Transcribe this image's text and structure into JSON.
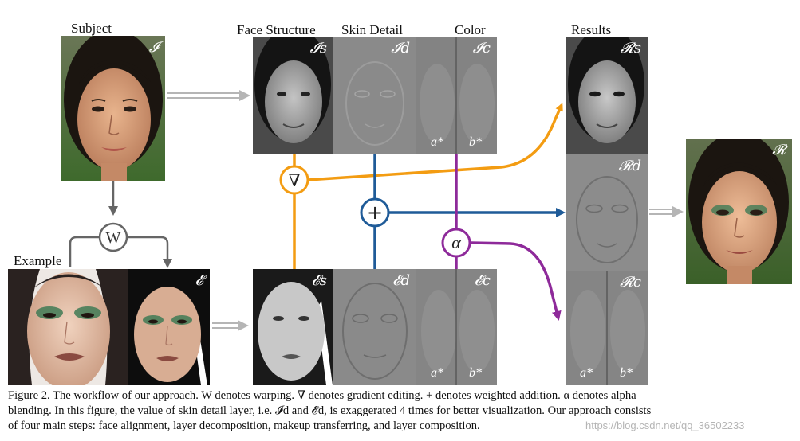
{
  "labels": {
    "subject": "Subject",
    "example": "Example",
    "face_structure": "Face Structure",
    "skin_detail": "Skin Detail",
    "color": "Color",
    "results": "Results"
  },
  "tags": {
    "I": "𝓘",
    "Is": "𝓘s",
    "Id": "𝓘d",
    "Ic": "𝓘c",
    "E": "𝓔",
    "Es": "𝓔s",
    "Ed": "𝓔d",
    "Ec": "𝓔c",
    "Rs": "𝓡s",
    "Rd": "𝓡d",
    "Rc": "𝓡c",
    "R": "𝓡"
  },
  "channels": {
    "a": "a*",
    "b": "b*"
  },
  "operators": {
    "warp": "W",
    "gradient": "∇",
    "add": "+",
    "alpha": "α"
  },
  "colors": {
    "gradient_line": "#f39c12",
    "detail_line": "#1f5b98",
    "color_line": "#8e2a9a",
    "neutral_arrow": "#aaaaaa",
    "warp_arrow": "#666666"
  },
  "caption": {
    "line1": "Figure 2. The workflow of our approach. W denotes warping. ∇ denotes gradient editing. + denotes weighted addition. α denotes alpha",
    "line2": "blending. In this figure, the value of skin detail layer, i.e. 𝓘d and 𝓔d, is exaggerated 4 times for better visualization. Our approach consists",
    "line3": "of four main steps: face alignment, layer decomposition, makeup transferring, and layer composition."
  },
  "watermark": "https://blog.csdn.net/qq_36502233"
}
